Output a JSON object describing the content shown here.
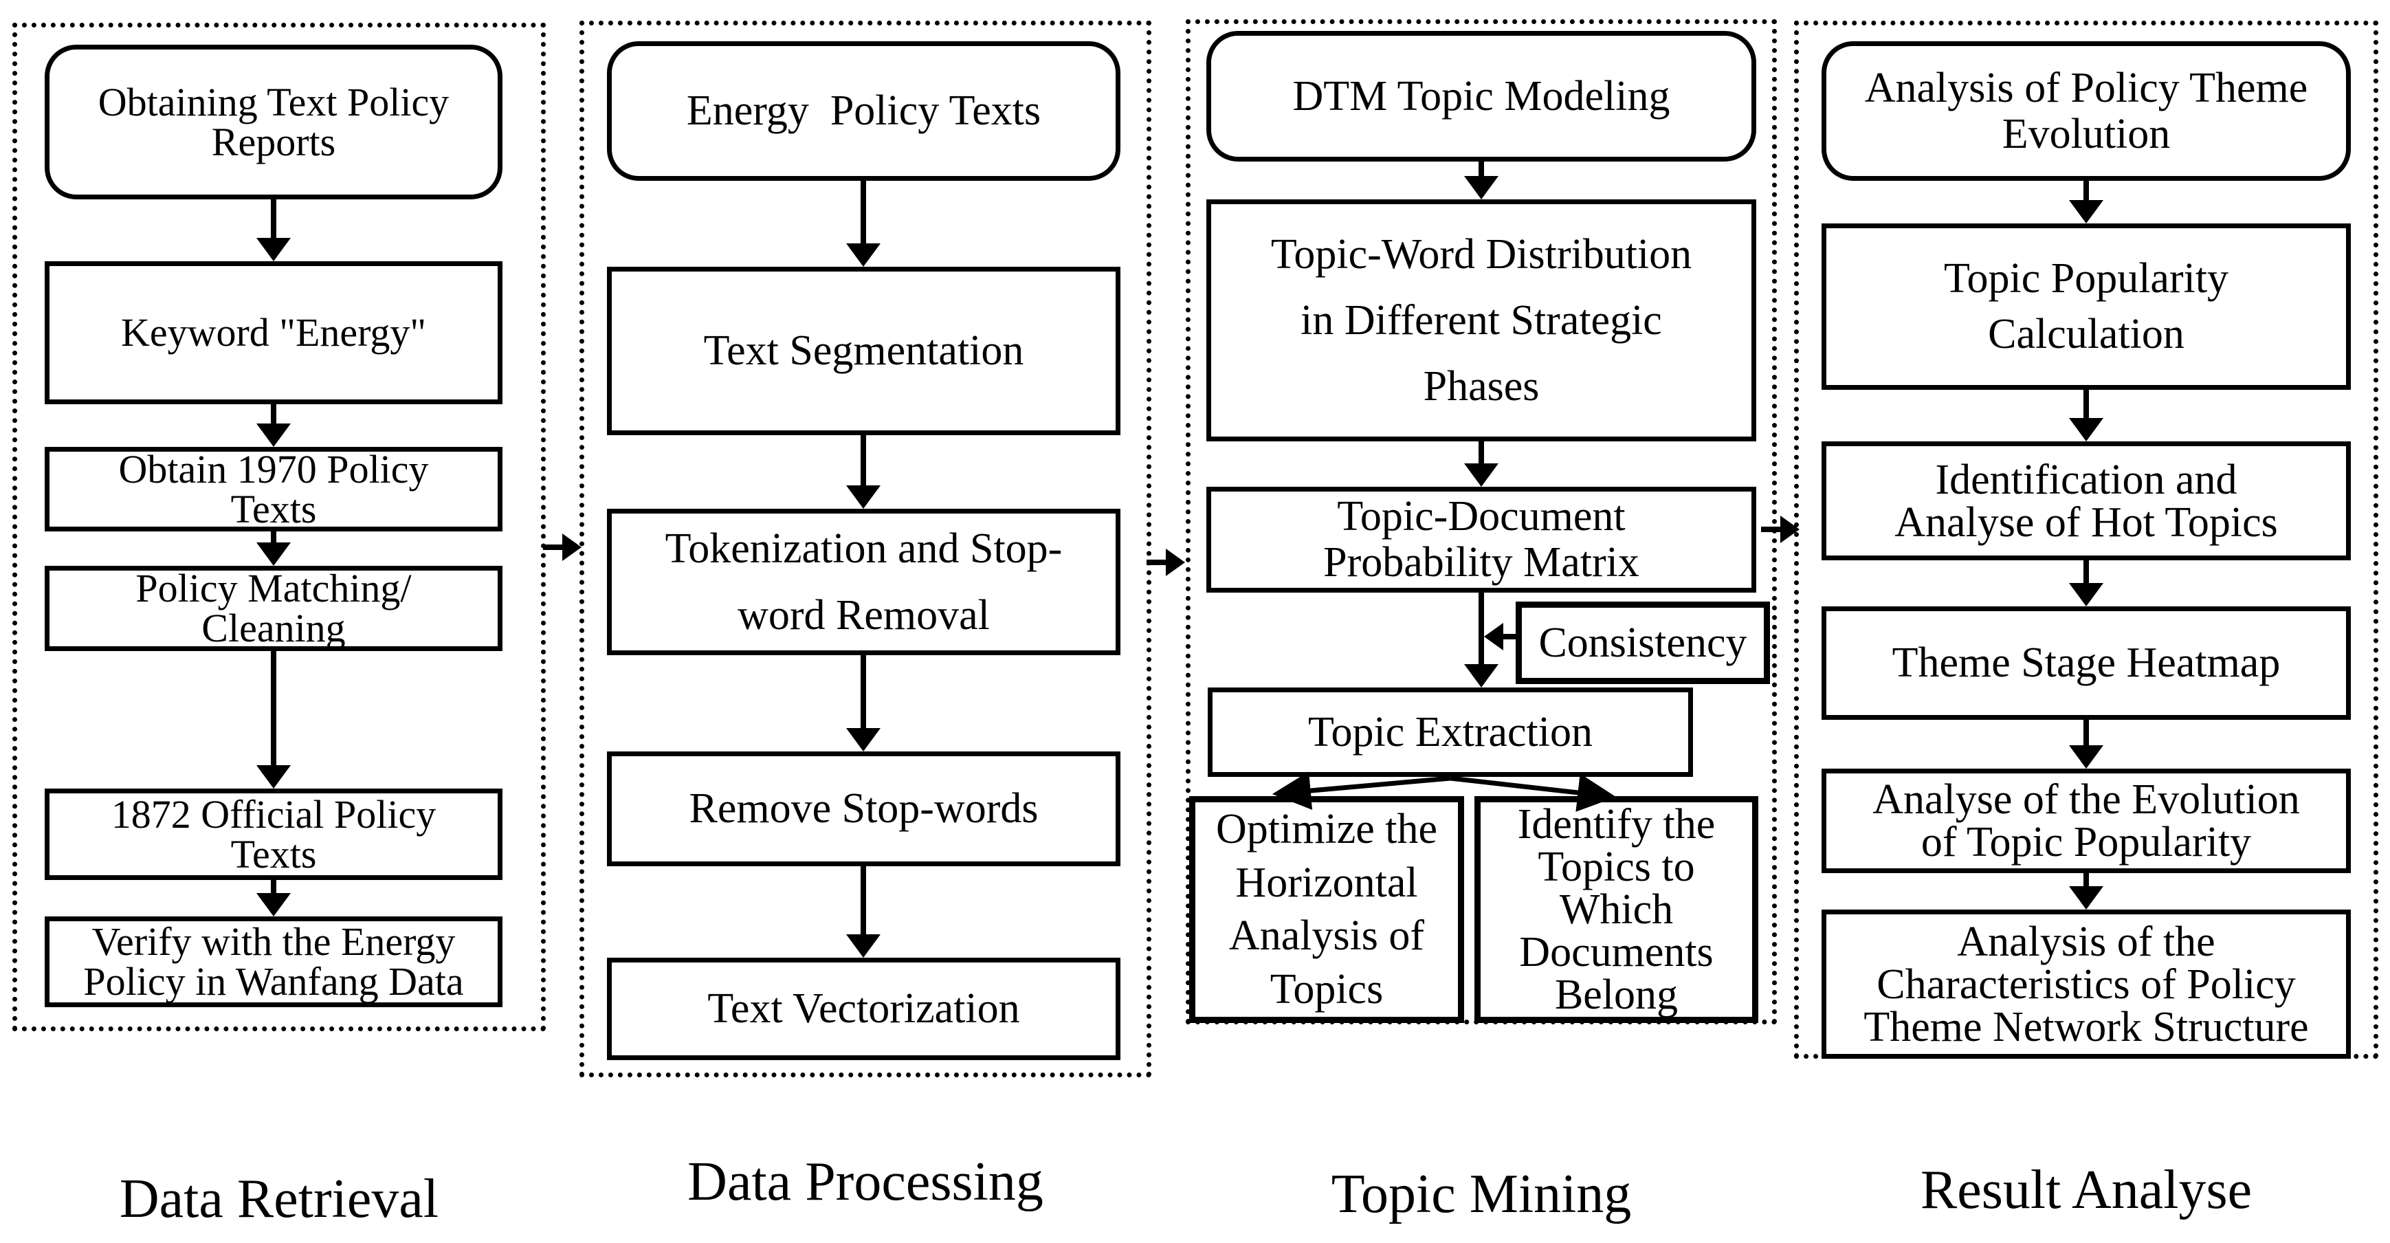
{
  "figure": "four-stage flowchart of energy policy text mining methodology",
  "colors": {
    "ink": "#000000",
    "background": "#ffffff"
  },
  "columns": [
    {
      "label": "Data Retrieval",
      "boxes": [
        {
          "text": [
            "Obtaining Text Policy",
            "Reports"
          ]
        },
        {
          "text": "Keyword \"Energy\""
        },
        {
          "text": [
            "Obtain 1970 Policy",
            "Texts"
          ]
        },
        {
          "text": [
            "Policy Matching/",
            "Cleaning"
          ]
        },
        {
          "text": [
            "1872 Official Policy",
            "Texts"
          ]
        },
        {
          "text": [
            "Verify with the Energy",
            "Policy in Wanfang Data"
          ]
        }
      ]
    },
    {
      "label": "Data Processing",
      "boxes": [
        {
          "text": "Energy  Policy Texts"
        },
        {
          "text": "Text Segmentation"
        },
        {
          "text": [
            "Tokenization and Stop-",
            "word Removal"
          ]
        },
        {
          "text": "Remove Stop-words"
        },
        {
          "text": "Text Vectorization"
        }
      ]
    },
    {
      "label": "Topic Mining",
      "boxes": [
        {
          "text": "DTM Topic Modeling"
        },
        {
          "text": [
            "Topic-Word Distribution",
            "in Different Strategic",
            "Phases"
          ]
        },
        {
          "text": [
            "Topic-Document",
            "Probability Matrix"
          ]
        },
        {
          "text": "Consistency"
        },
        {
          "text": "Topic Extraction"
        },
        {
          "text": [
            "Optimize the",
            "Horizontal",
            "Analysis of",
            "Topics"
          ]
        },
        {
          "text": [
            "Identify the",
            "Topics to",
            "Which",
            "Documents",
            "Belong"
          ]
        }
      ]
    },
    {
      "label": "Result Analyse",
      "boxes": [
        {
          "text": [
            "Analysis of Policy Theme",
            "Evolution"
          ]
        },
        {
          "text": [
            "Topic Popularity",
            "Calculation"
          ]
        },
        {
          "text": [
            "Identification and",
            "Analyse of Hot Topics"
          ]
        },
        {
          "text": "Theme Stage Heatmap"
        },
        {
          "text": [
            "Analyse of the Evolution",
            "of Topic Popularity"
          ]
        },
        {
          "text": [
            "Analysis of the",
            "Characteristics of Policy",
            "Theme Network Structure"
          ]
        }
      ]
    }
  ]
}
